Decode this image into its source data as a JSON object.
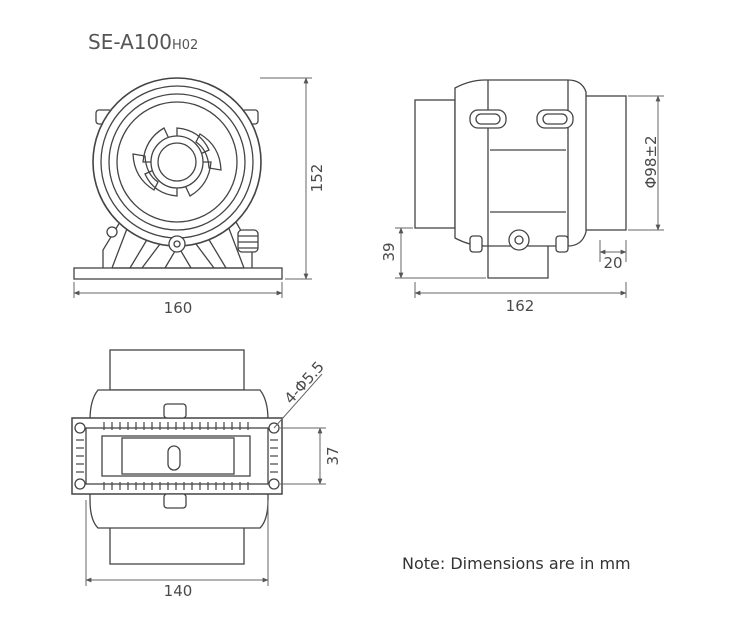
{
  "model": {
    "main": "SE-A100",
    "suffix": "H02"
  },
  "front_view": {
    "width_label": "160",
    "height_label": "152"
  },
  "side_view": {
    "length_label": "162",
    "diameter_label": "Φ98±2",
    "base_height_label": "39",
    "collar_label": "20"
  },
  "bottom_view": {
    "width_label": "140",
    "hole_spacing_label": "37",
    "hole_label": "4-Φ5.5"
  },
  "note": "Note: Dimensions are in mm",
  "colors": {
    "line": "#444444",
    "text": "#4a4a4a",
    "dim_line": "#666666"
  }
}
